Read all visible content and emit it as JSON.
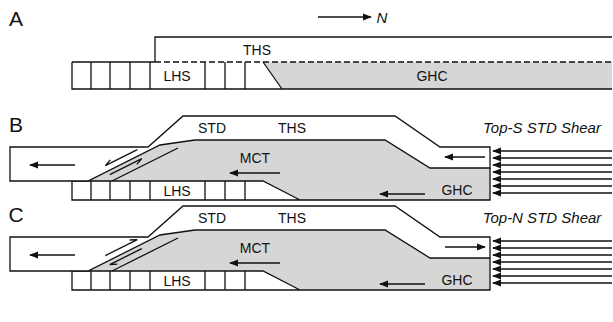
{
  "diagram": {
    "labels": [
      "A",
      "N",
      "THS",
      "LHS",
      "GHC",
      "B",
      "STD",
      "THS",
      "Top-S STD Shear",
      "MCT",
      "LHS",
      "GHC",
      "C",
      "STD",
      "THS",
      "Top-N STD Shear",
      "MCT",
      "LHS",
      "GHC"
    ]
  }
}
